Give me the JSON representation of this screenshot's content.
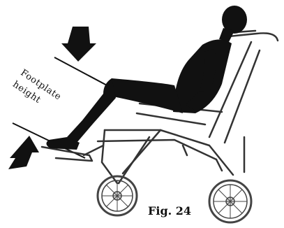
{
  "annotation": {
    "line1": "Footplate",
    "line2": "height"
  },
  "figure_label": "Fig. 24",
  "colors": {
    "figure": "#111111",
    "frame": "#333333",
    "background": "#ffffff"
  }
}
